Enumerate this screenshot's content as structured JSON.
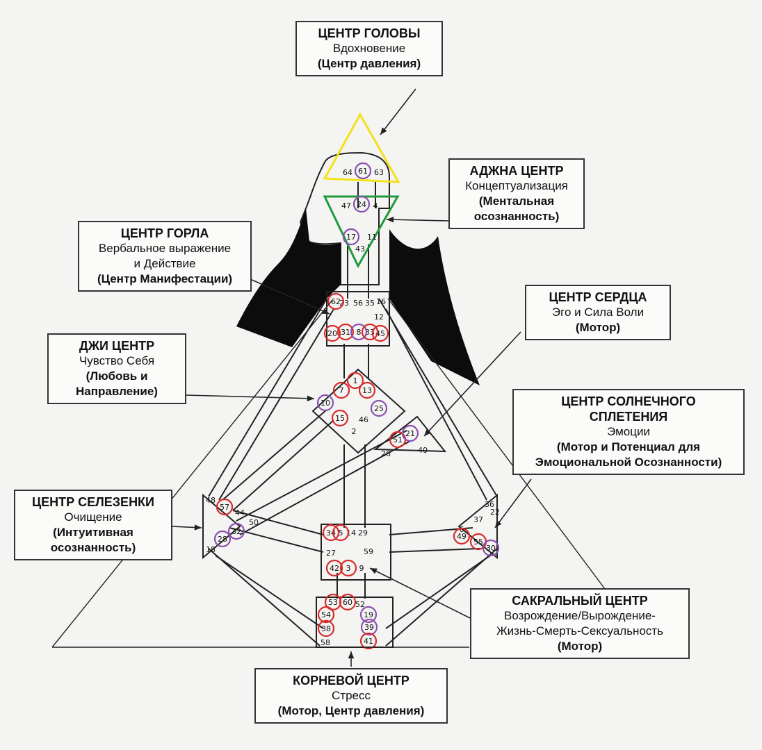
{
  "labels": {
    "head": {
      "title": "ЦЕНТР ГОЛОВЫ",
      "lines": [
        "Вдохновение"
      ],
      "bold": [
        "(Центр давления)"
      ]
    },
    "ajna": {
      "title": "АДЖНА ЦЕНТР",
      "lines": [
        "Концептуализация"
      ],
      "bold": [
        "(Ментальная",
        "осознанность)"
      ]
    },
    "throat": {
      "title": "ЦЕНТР ГОРЛА",
      "lines": [
        "Вербальное выражение",
        "и Действие"
      ],
      "bold": [
        "(Центр Манифестации)"
      ]
    },
    "heart": {
      "title": "ЦЕНТР СЕРДЦА",
      "lines": [
        "Эго и Сила Воли"
      ],
      "bold": [
        "(Мотор)"
      ]
    },
    "g": {
      "title": "ДЖИ ЦЕНТР",
      "lines": [
        "Чувство Себя"
      ],
      "bold": [
        "(Любовь и",
        "Направление)"
      ]
    },
    "solar": {
      "title": "ЦЕНТР СОЛНЕЧНОГО",
      "title2": "СПЛЕТЕНИЯ",
      "lines": [
        "Эмоции"
      ],
      "bold": [
        "(Мотор и Потенциал для",
        "Эмоциональной Осознанности)"
      ]
    },
    "spleen": {
      "title": "ЦЕНТР СЕЛЕЗЕНКИ",
      "lines": [
        "Очищение"
      ],
      "bold": [
        "(Интуитивная",
        "осознанность)"
      ]
    },
    "sacral": {
      "title": "САКРАЛЬНЫЙ ЦЕНТР",
      "lines": [
        "Возрождение/Вырождение-",
        "Жизнь-Смерть-Сексуальность"
      ],
      "bold": [
        "(Мотор)"
      ]
    },
    "root": {
      "title": "КОРНЕВОЙ ЦЕНТР",
      "lines": [
        "Стресс"
      ],
      "bold": [
        "(Мотор, Центр давления)"
      ]
    }
  },
  "colors": {
    "head": "#f2e21a",
    "ajna": "#1e9a3c",
    "red": "#d82a2a",
    "purple": "#8a4fb0",
    "silhouette": "#0c0c0c"
  },
  "gates": {
    "head": [
      "64",
      "61",
      "63"
    ],
    "ajna": [
      "47",
      "24",
      "4",
      "17",
      "11",
      "43"
    ],
    "throat": [
      "62",
      "23",
      "56",
      "35",
      "16",
      "20",
      "31",
      "8",
      "33",
      "45",
      "12"
    ],
    "g": [
      "1",
      "7",
      "13",
      "10",
      "25",
      "15",
      "46",
      "2"
    ],
    "heart": [
      "51",
      "21",
      "26",
      "40"
    ],
    "spleen": [
      "48",
      "57",
      "44",
      "50",
      "32",
      "28",
      "18"
    ],
    "sacral": [
      "34",
      "5",
      "14",
      "29",
      "27",
      "59",
      "42",
      "3",
      "9"
    ],
    "solar": [
      "6",
      "37",
      "22",
      "36",
      "49",
      "55",
      "30"
    ],
    "root": [
      "53",
      "60",
      "52",
      "54",
      "19",
      "38",
      "39",
      "58",
      "41"
    ]
  }
}
